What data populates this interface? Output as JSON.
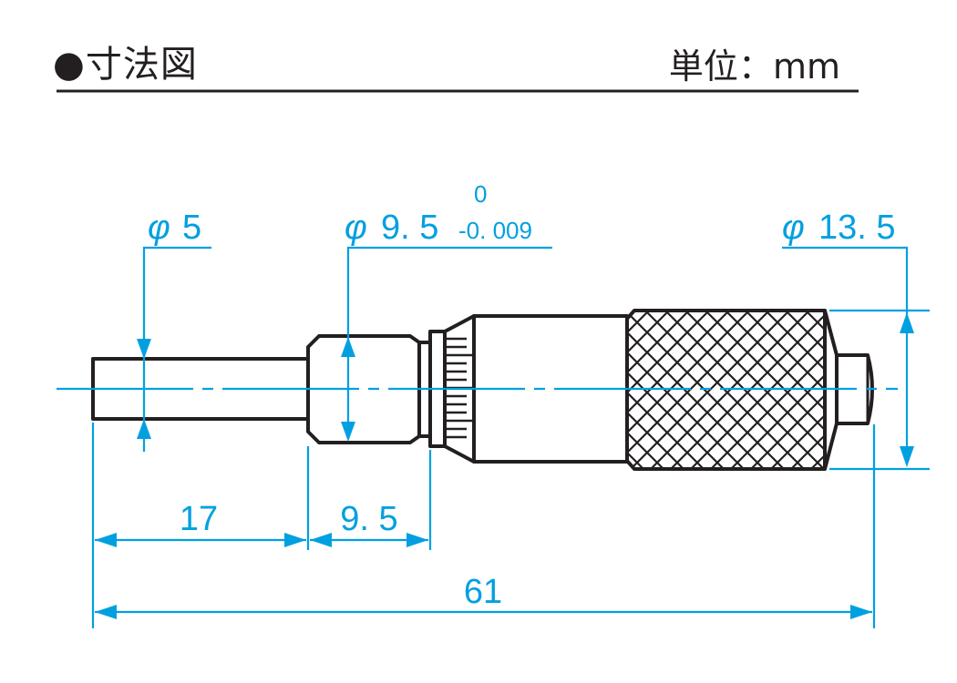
{
  "header": {
    "title_bullet": "●",
    "title": "寸法図",
    "unit_label": "単位",
    "unit_separator": "：",
    "unit_value": "mm"
  },
  "colors": {
    "outline": "#231f20",
    "dimension": "#00a0e0",
    "background": "#ffffff"
  },
  "dimensions": {
    "spindle_diameter": {
      "symbol": "φ",
      "value": "5"
    },
    "sleeve_diameter": {
      "symbol": "φ",
      "value": "9. 5",
      "tol_upper": "0",
      "tol_lower": "-0. 009"
    },
    "thimble_diameter": {
      "symbol": "φ",
      "value": "13. 5"
    },
    "spindle_length": "17",
    "sleeve_length": "9. 5",
    "overall_length": "61"
  }
}
